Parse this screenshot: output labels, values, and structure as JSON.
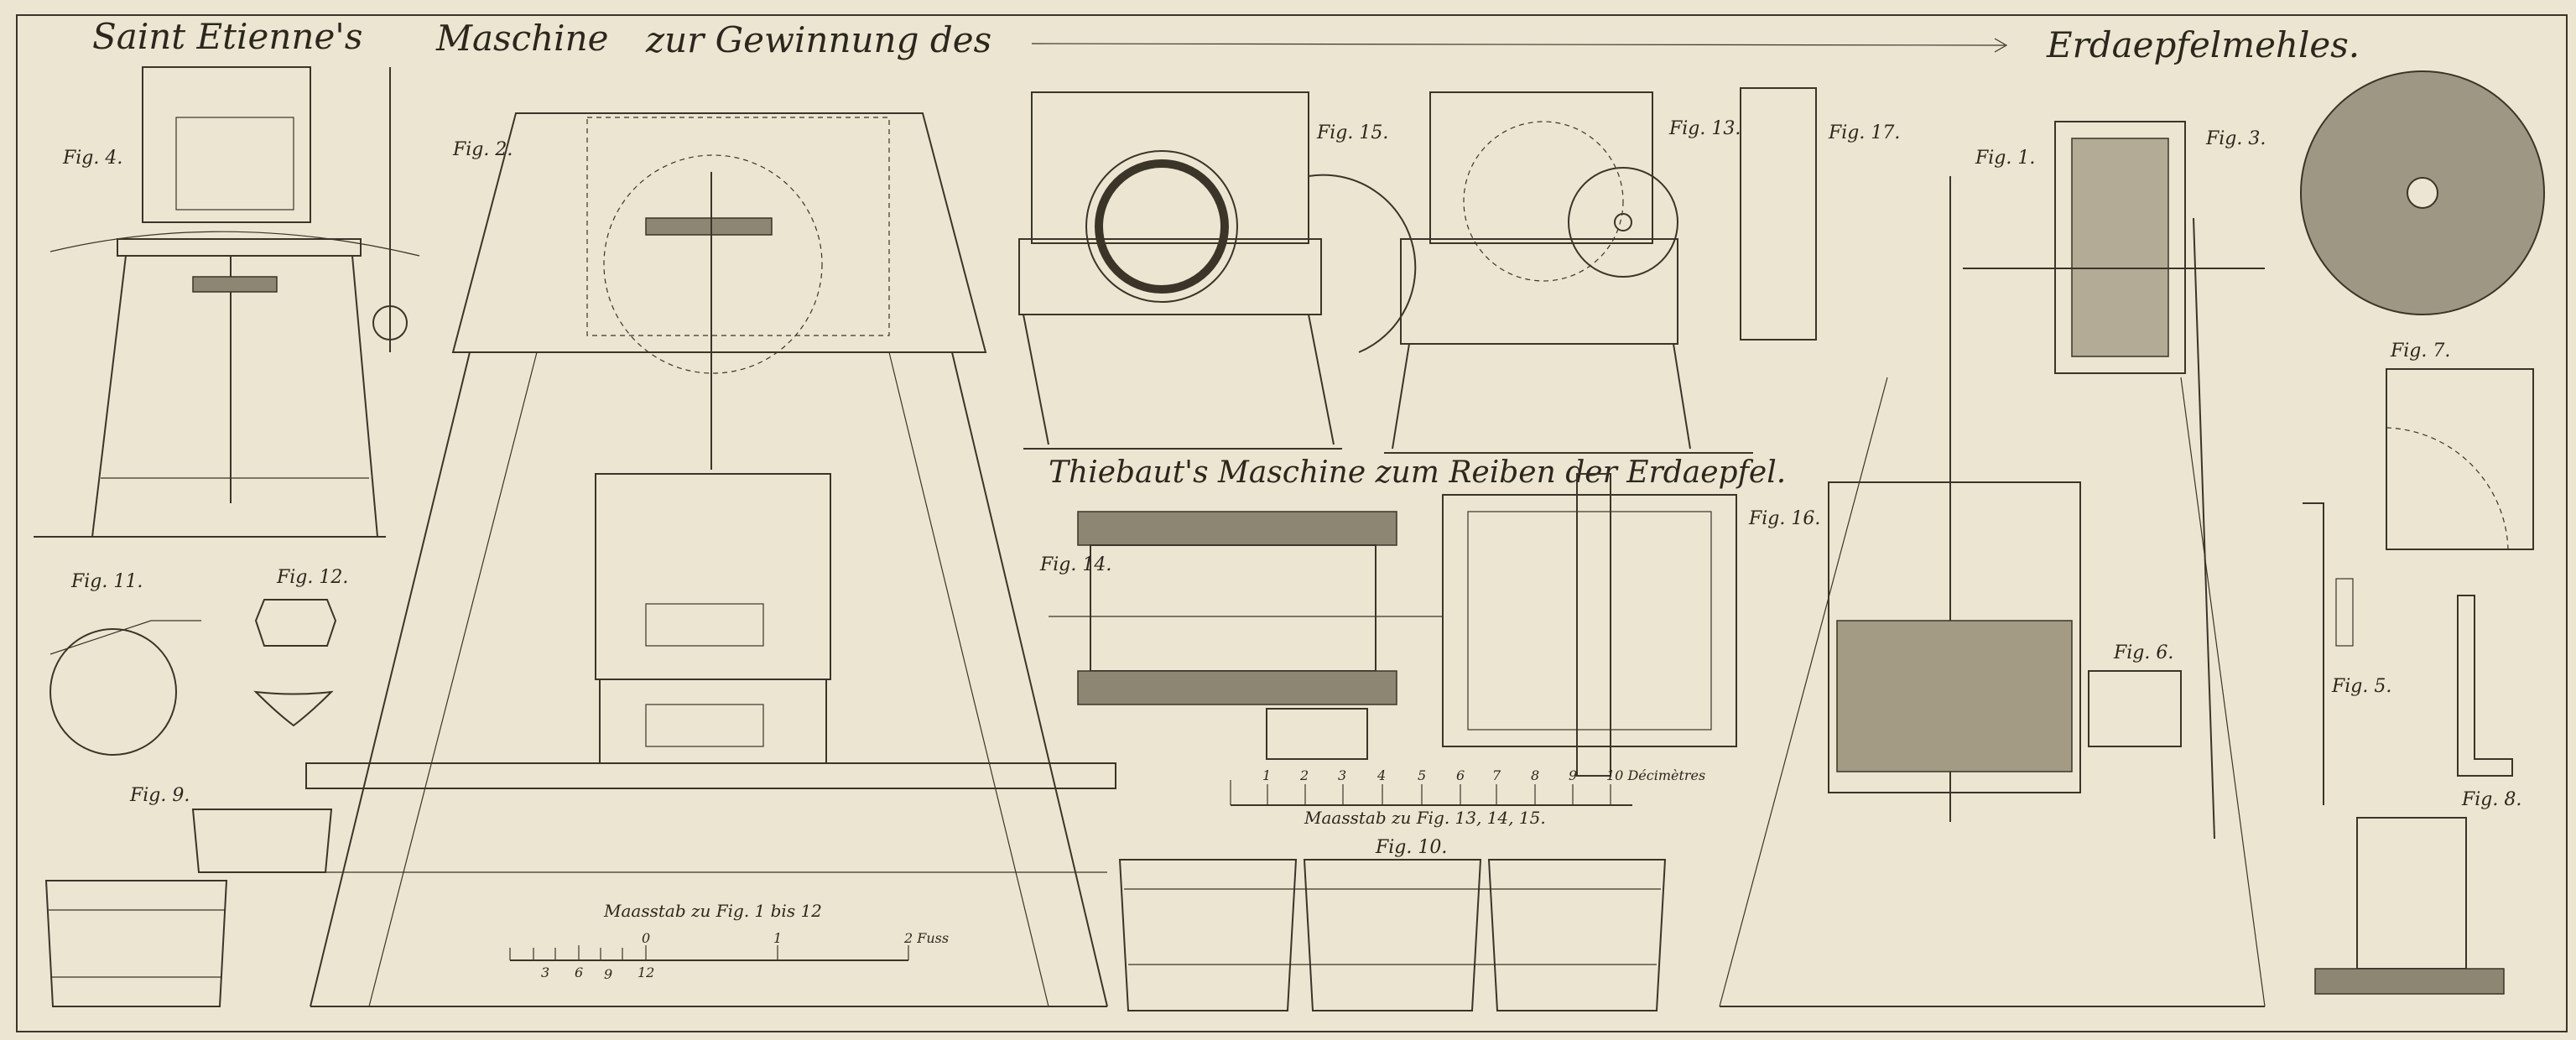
{
  "title": {
    "part1": "Saint Etienne's",
    "part2": "Maschine",
    "part3": "zur Gewinnung des",
    "part4": "Erdaepfelmehles."
  },
  "subtitle": "Thiebaut's Maschine zum Reiben der Erdaepfel.",
  "figures": {
    "fig1": "Fig. 1.",
    "fig2": "Fig. 2.",
    "fig3": "Fig. 3.",
    "fig4": "Fig. 4.",
    "fig5": "Fig. 5.",
    "fig6": "Fig. 6.",
    "fig7": "Fig. 7.",
    "fig8": "Fig. 8.",
    "fig9": "Fig. 9.",
    "fig10": "Fig. 10.",
    "fig11": "Fig. 11.",
    "fig12": "Fig. 12.",
    "fig13": "Fig. 13.",
    "fig14": "Fig. 14.",
    "fig15": "Fig. 15.",
    "fig16": "Fig. 16.",
    "fig17": "Fig. 17."
  },
  "scale_decimetres": {
    "caption": "Maasstab zu Fig. 13, 14, 15.",
    "unit": "10 Décimètres",
    "ticks": [
      "1",
      "2",
      "3",
      "4",
      "5",
      "6",
      "7",
      "8",
      "9"
    ]
  },
  "scale_fuss": {
    "caption": "Maasstab zu Fig. 1 bis 12",
    "major": [
      "0",
      "1",
      "2 Fuss"
    ],
    "minor": [
      "3",
      "6",
      "9",
      "12"
    ]
  },
  "colors": {
    "paper": "#ece5d1",
    "ink": "#3a3528"
  }
}
